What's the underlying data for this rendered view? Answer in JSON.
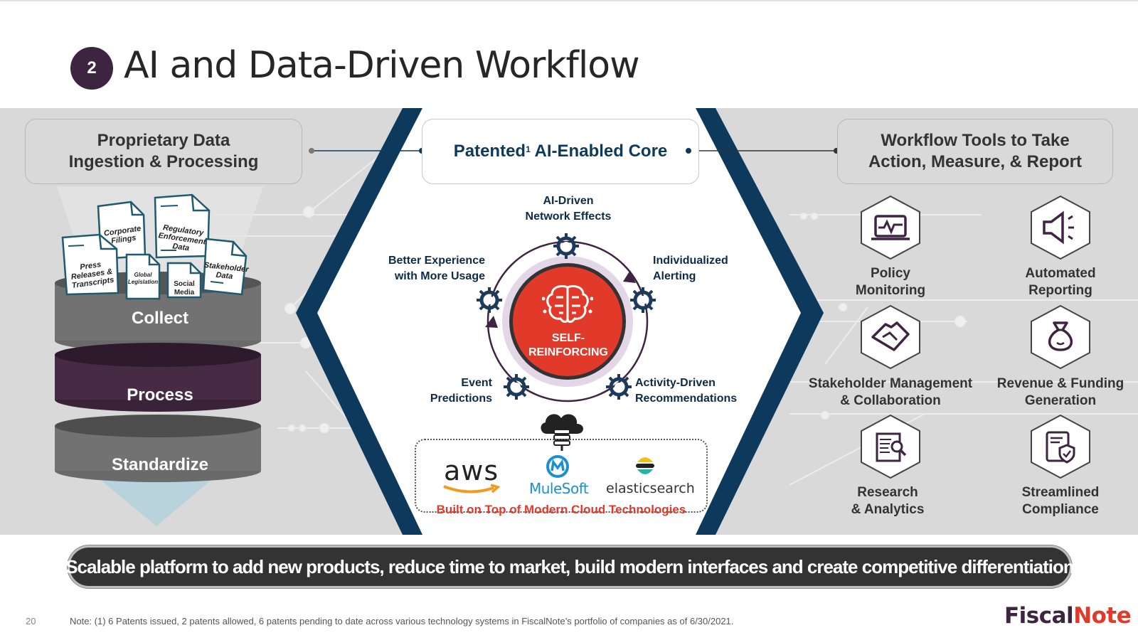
{
  "slide": {
    "section_number": "2",
    "title": "AI and Data-Driven Workflow",
    "page_number": "20"
  },
  "left": {
    "header_line1": "Proprietary Data",
    "header_line2": "Ingestion & Processing",
    "documents": [
      {
        "lines": [
          "Corporate",
          "Filings"
        ]
      },
      {
        "lines": [
          "Regulatory",
          "Enforcement",
          "Data"
        ]
      },
      {
        "lines": [
          "Press",
          "Releases &",
          "Transcripts"
        ]
      },
      {
        "lines": [
          "Global",
          "Legislation"
        ]
      },
      {
        "lines": [
          "Social",
          "Media"
        ]
      },
      {
        "lines": [
          "Stakeholder",
          "Data"
        ]
      }
    ],
    "stages": [
      "Collect",
      "Process",
      "Standardize"
    ]
  },
  "core": {
    "header_main": "Patented",
    "header_sup": "1",
    "header_rest": " AI-Enabled Core",
    "cycle": [
      {
        "lines": [
          "AI-Driven",
          "Network Effects"
        ]
      },
      {
        "lines": [
          "Individualized",
          "Alerting"
        ]
      },
      {
        "lines": [
          "Activity-Driven",
          "Recommendations"
        ]
      },
      {
        "lines": [
          "Event",
          "Predictions"
        ]
      },
      {
        "lines": [
          "Better Experience",
          "with More Usage"
        ]
      }
    ],
    "center_line1": "SELF-",
    "center_line2": "REINFORCING",
    "cloud": {
      "logos": [
        "aws",
        "MuleSoft",
        "elasticsearch"
      ],
      "caption": "Built on Top of Modern Cloud Technologies"
    }
  },
  "right": {
    "header_line1": "Workflow Tools to Take",
    "header_line2": "Action, Measure, & Report",
    "tools": [
      {
        "lines": [
          "Policy",
          "Monitoring"
        ],
        "icon": "monitor-pulse-icon"
      },
      {
        "lines": [
          "Automated",
          "Reporting"
        ],
        "icon": "megaphone-icon"
      },
      {
        "lines": [
          "Stakeholder Management",
          "& Collaboration"
        ],
        "icon": "handshake-icon"
      },
      {
        "lines": [
          "Revenue & Funding",
          "Generation"
        ],
        "icon": "money-bag-icon"
      },
      {
        "lines": [
          "Research",
          "& Analytics"
        ],
        "icon": "document-search-icon"
      },
      {
        "lines": [
          "Streamlined",
          "Compliance"
        ],
        "icon": "shield-document-icon"
      }
    ]
  },
  "banner": "Scalable platform to add new products, reduce time to market, build modern interfaces and create competitive differentiation",
  "footnote": "Note: (1) 6 Patents issued, 2 patents allowed, 6 patents pending to date across various technology systems in FiscalNote’s portfolio of companies as of 6/30/2021.",
  "logo": {
    "part1": "Fiscal",
    "part2": "Note"
  },
  "colors": {
    "navy": "#0d3a5c",
    "plum": "#3d2440",
    "red": "#e13a2a",
    "band": "#d9d9d9"
  }
}
